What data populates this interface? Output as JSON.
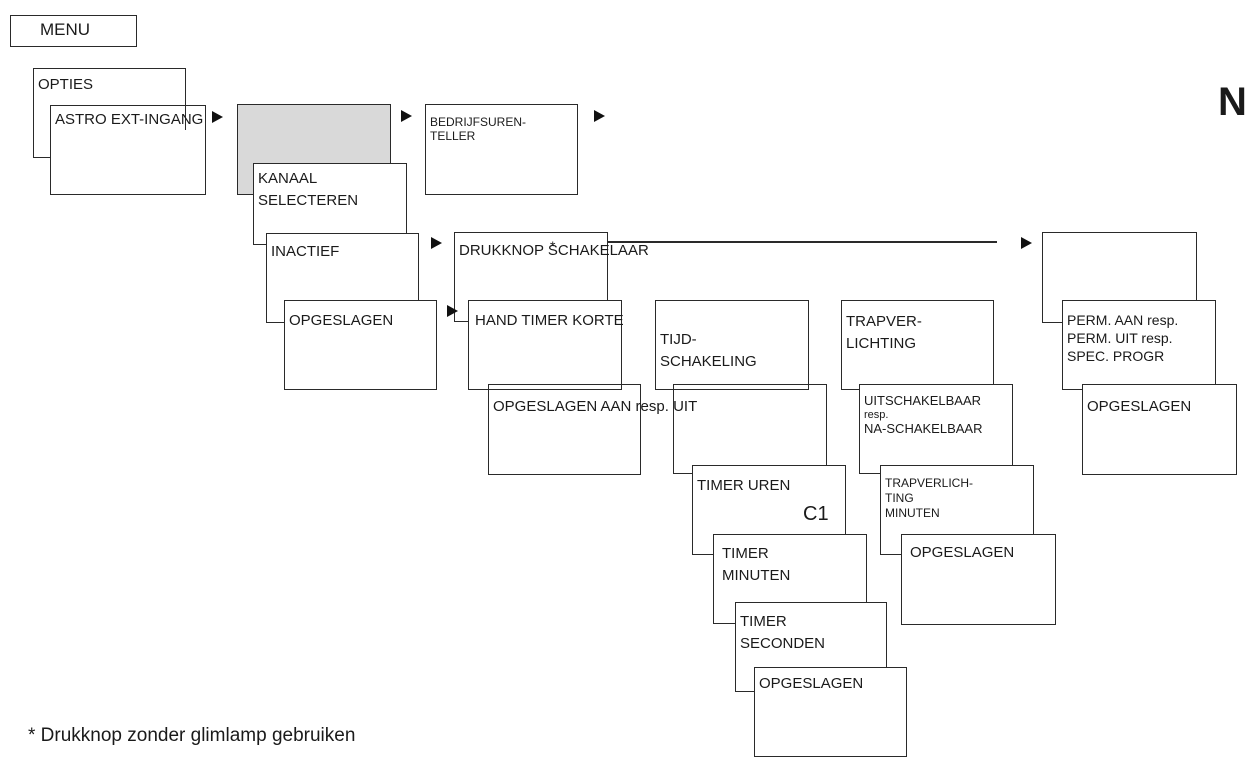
{
  "menu_label": "MENU",
  "boxes": {
    "opties": "OPTIES",
    "astro_ext_ingang": "ASTRO EXT-INGANG",
    "bedrijfsuren_teller": [
      "BEDRIJFSUREN-",
      "TELLER"
    ],
    "kanaal_selecteren": [
      "KANAAL",
      "SELECTEREN"
    ],
    "inactief": "INACTIEF",
    "opgeslagen_1": "OPGESLAGEN",
    "drukknop_schakelaar": "DRUKKNOP SCHAKELAAR",
    "hand_timer_korte": "HAND TIMER KORTE",
    "opgeslagen_aan_resp_uit": "OPGESLAGEN AAN resp. UIT",
    "tijd_schakeling": [
      "TIJD-",
      "SCHAKELING"
    ],
    "timer_uren": "TIMER UREN",
    "timer_minuten": [
      "TIMER",
      "MINUTEN"
    ],
    "timer_seconden": [
      "TIMER",
      "SECONDEN"
    ],
    "opgeslagen_timer": "OPGESLAGEN",
    "trapverlichting": [
      "TRAPVER-",
      "LICHTING"
    ],
    "uitschakelbaar": [
      "UITSCHAKELBAAR",
      "resp.",
      "NA-SCHAKELBAAR"
    ],
    "trapverlichting_minuten": [
      "TRAPVERLICH-",
      "TING",
      "MINUTEN"
    ],
    "opgeslagen_trap": "OPGESLAGEN",
    "perm": [
      "PERM. AAN resp.",
      "PERM. UIT resp.",
      "SPEC. PROGR"
    ],
    "opgeslagen_perm": "OPGESLAGEN"
  },
  "channel_label": "C1",
  "asterisk": "*",
  "edge_glyph": "N",
  "footnote": "* Drukknop zonder glimlamp gebruiken"
}
